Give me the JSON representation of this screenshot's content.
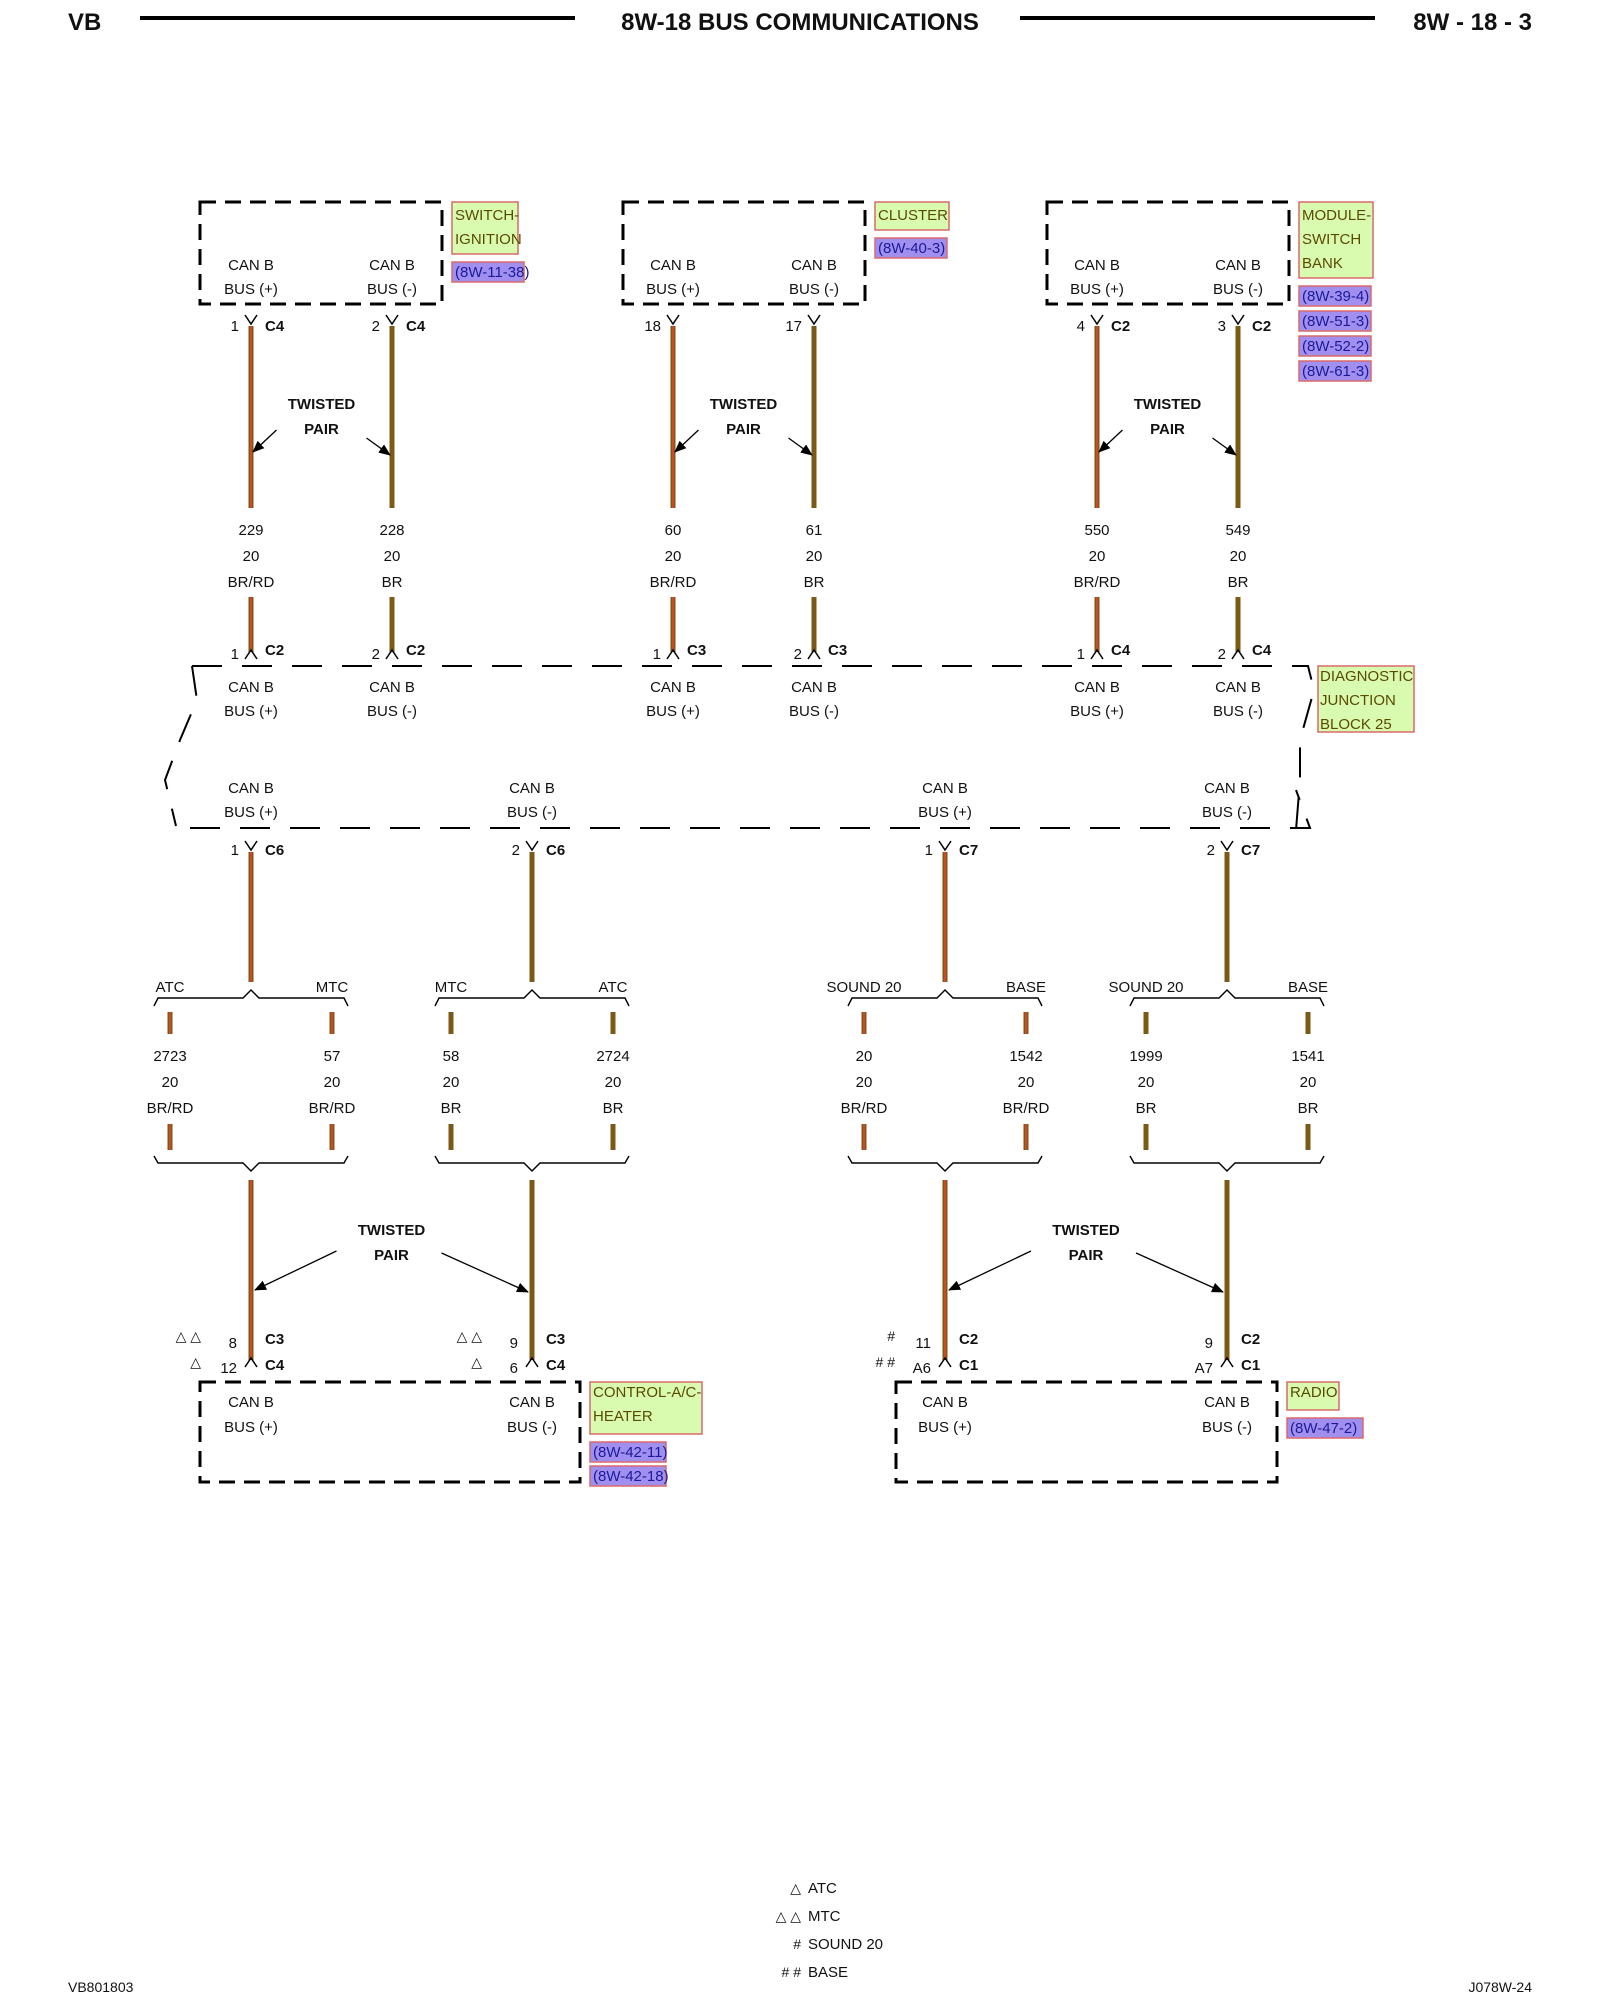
{
  "header": {
    "left": "VB",
    "title": "8W-18 BUS COMMUNICATIONS",
    "right": "8W - 18 - 3"
  },
  "footer": {
    "left": "VB801803",
    "right": "J078W-24"
  },
  "colors": {
    "br": "#7a5a14",
    "rd": "#d2472a",
    "tag_fill": "#d9fbb0",
    "tag_border": "#d96a6a",
    "ref_fill": "#a18ff0"
  },
  "top_modules": [
    {
      "name_lines": [
        "SWITCH-",
        "IGNITION"
      ],
      "refs": [
        "(8W-11-38)"
      ],
      "pins": [
        {
          "label1": "CAN B",
          "label2": "BUS (+)",
          "pin": "1",
          "conn": "C4"
        },
        {
          "label1": "CAN B",
          "label2": "BUS (-)",
          "pin": "2",
          "conn": "C4"
        }
      ]
    },
    {
      "name_lines": [
        "CLUSTER"
      ],
      "refs": [
        "(8W-40-3)"
      ],
      "pins": [
        {
          "label1": "CAN B",
          "label2": "BUS (+)",
          "pin": "18",
          "conn": ""
        },
        {
          "label1": "CAN B",
          "label2": "BUS (-)",
          "pin": "17",
          "conn": ""
        }
      ]
    },
    {
      "name_lines": [
        "MODULE-",
        "SWITCH",
        "BANK"
      ],
      "refs": [
        "(8W-39-4)",
        "(8W-51-3)",
        "(8W-52-2)",
        "(8W-61-3)"
      ],
      "pins": [
        {
          "label1": "CAN B",
          "label2": "BUS (+)",
          "pin": "4",
          "conn": "C2"
        },
        {
          "label1": "CAN B",
          "label2": "BUS (-)",
          "pin": "3",
          "conn": "C2"
        }
      ]
    }
  ],
  "twisted_pair": [
    "TWISTED",
    "PAIR"
  ],
  "top_wires": [
    {
      "circuit": "229",
      "gauge": "20",
      "color": "BR/RD",
      "dj_pin": "1",
      "dj_conn": "C2"
    },
    {
      "circuit": "228",
      "gauge": "20",
      "color": "BR",
      "dj_pin": "2",
      "dj_conn": "C2"
    },
    {
      "circuit": "60",
      "gauge": "20",
      "color": "BR/RD",
      "dj_pin": "1",
      "dj_conn": "C3"
    },
    {
      "circuit": "61",
      "gauge": "20",
      "color": "BR",
      "dj_pin": "2",
      "dj_conn": "C3"
    },
    {
      "circuit": "550",
      "gauge": "20",
      "color": "BR/RD",
      "dj_pin": "1",
      "dj_conn": "C4"
    },
    {
      "circuit": "549",
      "gauge": "20",
      "color": "BR",
      "dj_pin": "2",
      "dj_conn": "C4"
    }
  ],
  "junction_block": {
    "name_lines": [
      "DIAGNOSTIC",
      "JUNCTION",
      "BLOCK 25"
    ],
    "top_labels": [
      {
        "l1": "CAN B",
        "l2": "BUS (+)"
      },
      {
        "l1": "CAN B",
        "l2": "BUS (-)"
      },
      {
        "l1": "CAN B",
        "l2": "BUS (+)"
      },
      {
        "l1": "CAN B",
        "l2": "BUS (-)"
      },
      {
        "l1": "CAN B",
        "l2": "BUS (+)"
      },
      {
        "l1": "CAN B",
        "l2": "BUS (-)"
      }
    ],
    "bottom_labels": [
      {
        "l1": "CAN B",
        "l2": "BUS (+)",
        "pin": "1",
        "conn": "C6"
      },
      {
        "l1": "CAN B",
        "l2": "BUS (-)",
        "pin": "2",
        "conn": "C6"
      },
      {
        "l1": "CAN B",
        "l2": "BUS (+)",
        "pin": "1",
        "conn": "C7"
      },
      {
        "l1": "CAN B",
        "l2": "BUS (-)",
        "pin": "2",
        "conn": "C7"
      }
    ]
  },
  "splits": [
    {
      "left_label": "ATC",
      "right_label": "MTC",
      "left": {
        "circuit": "2723",
        "gauge": "20",
        "color": "BR/RD"
      },
      "right": {
        "circuit": "57",
        "gauge": "20",
        "color": "BR/RD"
      }
    },
    {
      "left_label": "MTC",
      "right_label": "ATC",
      "left": {
        "circuit": "58",
        "gauge": "20",
        "color": "BR"
      },
      "right": {
        "circuit": "2724",
        "gauge": "20",
        "color": "BR"
      }
    },
    {
      "left_label": "SOUND 20",
      "right_label": "BASE",
      "left": {
        "circuit": "20",
        "gauge": "20",
        "color": "BR/RD"
      },
      "right": {
        "circuit": "1542",
        "gauge": "20",
        "color": "BR/RD"
      }
    },
    {
      "left_label": "SOUND 20",
      "right_label": "BASE",
      "left": {
        "circuit": "1999",
        "gauge": "20",
        "color": "BR"
      },
      "right": {
        "circuit": "1541",
        "gauge": "20",
        "color": "BR"
      }
    }
  ],
  "bottom_modules": [
    {
      "name_lines": [
        "CONTROL-A/C-",
        "HEATER"
      ],
      "refs": [
        "(8W-42-11)",
        "(8W-42-18)"
      ],
      "pins": [
        {
          "label1": "CAN B",
          "label2": "BUS (+)",
          "pin_a": "8",
          "conn_a": "C3",
          "sym_a": "△ △",
          "pin_b": "12",
          "conn_b": "C4",
          "sym_b": "△"
        },
        {
          "label1": "CAN B",
          "label2": "BUS (-)",
          "pin_a": "9",
          "conn_a": "C3",
          "sym_a": "△ △",
          "pin_b": "6",
          "conn_b": "C4",
          "sym_b": "△"
        }
      ]
    },
    {
      "name_lines": [
        "RADIO"
      ],
      "refs": [
        "(8W-47-2)"
      ],
      "pins": [
        {
          "label1": "CAN B",
          "label2": "BUS (+)",
          "pin_a": "11",
          "conn_a": "C2",
          "sym_a": "#",
          "pin_b": "A6",
          "conn_b": "C1",
          "sym_b": "# #"
        },
        {
          "label1": "CAN B",
          "label2": "BUS (-)",
          "pin_a": "9",
          "conn_a": "C2",
          "sym_a": "",
          "pin_b": "A7",
          "conn_b": "C1",
          "sym_b": ""
        }
      ]
    }
  ],
  "legend": [
    {
      "symbol": "△",
      "label": "ATC"
    },
    {
      "symbol": "△ △",
      "label": "MTC"
    },
    {
      "symbol": "#",
      "label": "SOUND 20"
    },
    {
      "symbol": "# #",
      "label": "BASE"
    }
  ]
}
